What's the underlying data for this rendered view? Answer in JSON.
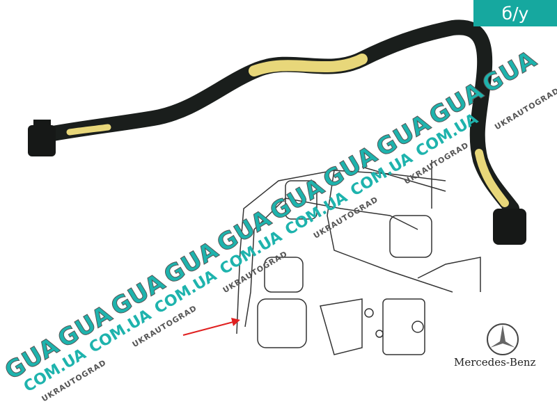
{
  "badge": {
    "label": "б/у",
    "color": "#16a89f"
  },
  "watermark": {
    "gua": "GUA",
    "com": "COM.UA",
    "ukr": "UKRAUTOGRAD",
    "color": "#1eb3ad"
  },
  "brand": {
    "name": "Mercedes-Benz"
  },
  "arrow": {
    "color": "#e02020"
  }
}
